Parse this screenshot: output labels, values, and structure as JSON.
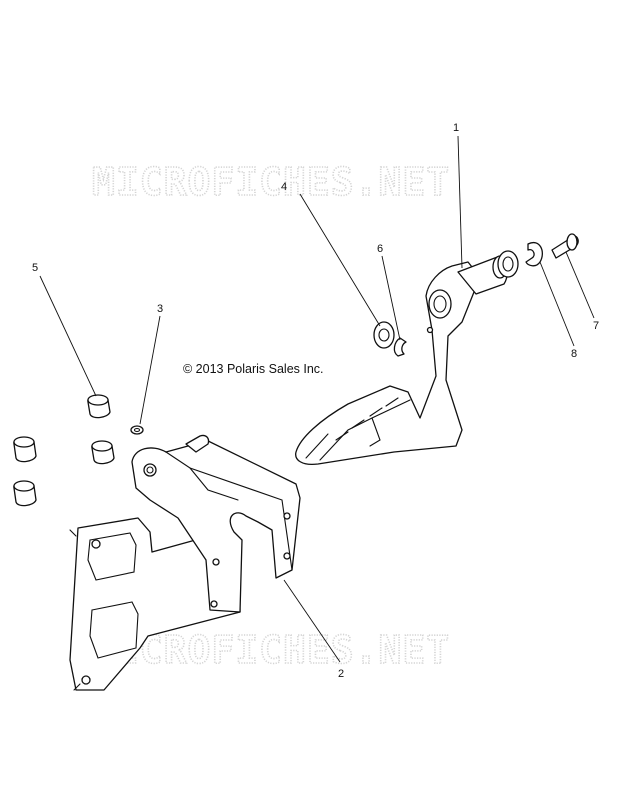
{
  "watermark": {
    "top_text": "MICROFICHES.NET",
    "bottom_text": "MICROFICHES.NET"
  },
  "copyright": "© 2013 Polaris Sales Inc.",
  "callouts": [
    {
      "id": "1",
      "label": "1"
    },
    {
      "id": "2",
      "label": "2"
    },
    {
      "id": "3",
      "label": "3"
    },
    {
      "id": "4",
      "label": "4"
    },
    {
      "id": "5",
      "label": "5"
    },
    {
      "id": "6",
      "label": "6"
    },
    {
      "id": "7",
      "label": "7"
    },
    {
      "id": "8",
      "label": "8"
    }
  ]
}
